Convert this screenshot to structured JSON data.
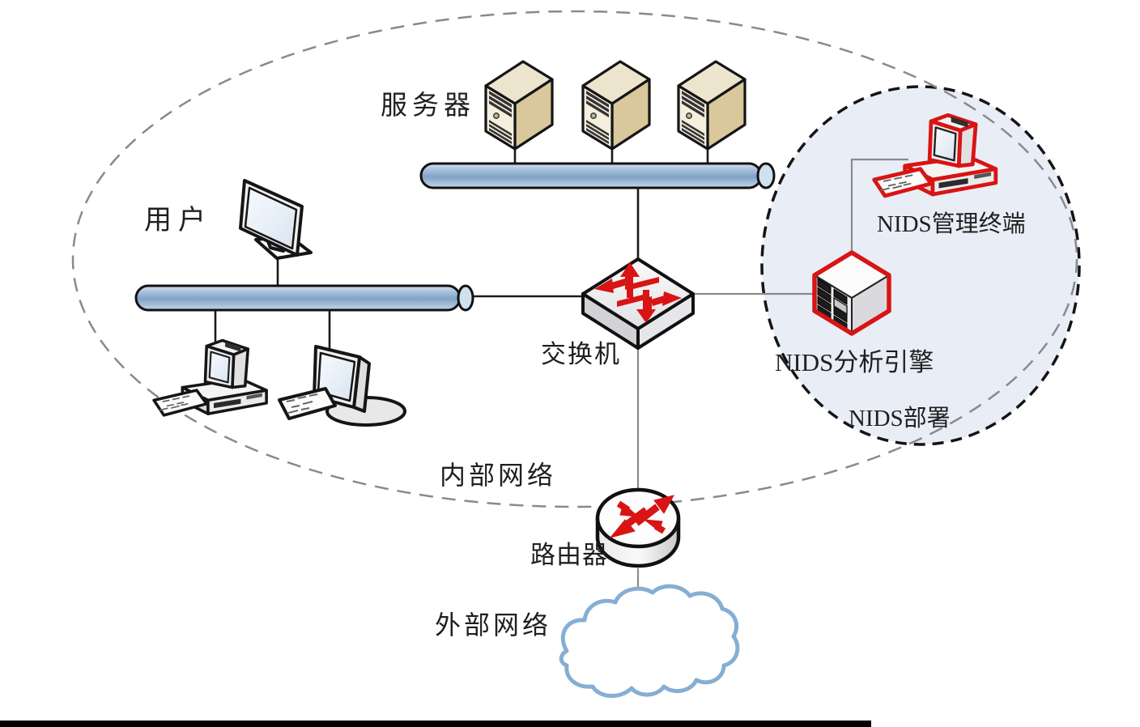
{
  "diagram": {
    "labels": {
      "servers": "服务器",
      "users": "用户",
      "switch": "交换机",
      "internal_network": "内部网络",
      "router": "路由器",
      "external_network": "外部网络",
      "nids_terminal": "NIDS管理终端",
      "nids_engine": "NIDS分析引擎",
      "nids_zone": "NIDS部署"
    },
    "counts": {
      "servers": 3,
      "user_machines": 3
    },
    "colors": {
      "highlight_red": "#d81414",
      "bus_blue": "#8fafd0",
      "zone_fill": "#e9edf6",
      "cloud_stroke": "#85aed2",
      "outer_dash": "#8a8a8a",
      "inner_dash": "#141414",
      "label_text": "#1f1f1f"
    }
  }
}
